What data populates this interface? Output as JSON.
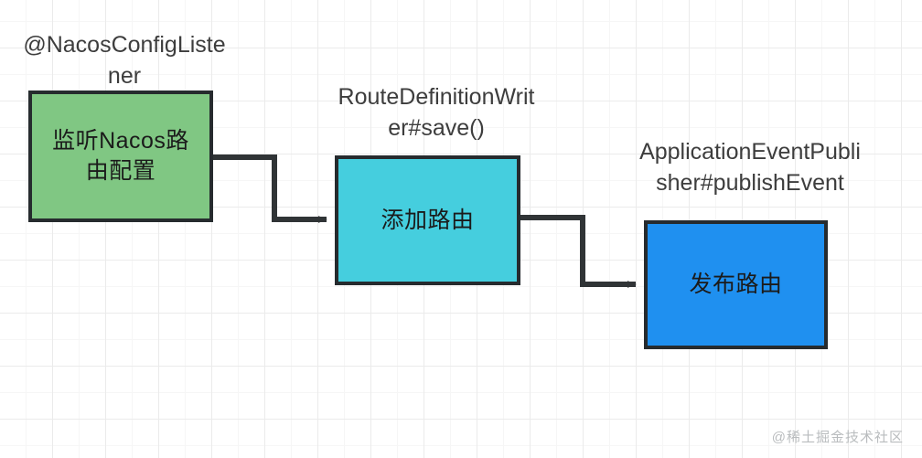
{
  "diagram": {
    "title_watermark": "@稀土掘金技术社区",
    "nodes": [
      {
        "id": "listen",
        "label": "监听Nacos路\n由配置",
        "caption": "@NacosConfigListe\nner",
        "fill": "#80C783",
        "stroke": "#262B2E"
      },
      {
        "id": "add",
        "label": "添加路由",
        "caption": "RouteDefinitionWrit\ner#save()",
        "fill": "#45CEDE",
        "stroke": "#262B2E"
      },
      {
        "id": "publish",
        "label": "发布路由",
        "caption": "ApplicationEventPubli\nsher#publishEvent",
        "fill": "#1F90F0",
        "stroke": "#262B2E"
      }
    ],
    "connectors": [
      {
        "id": "listen-to-add",
        "from": "listen",
        "to": "add",
        "style": "orthogonal-step-down",
        "arrow": "filled-triangle"
      },
      {
        "id": "add-to-publish",
        "from": "add",
        "to": "publish",
        "style": "orthogonal-step-down",
        "arrow": "filled-triangle"
      }
    ],
    "connector_color": "#303436",
    "background": {
      "color": "#ffffff",
      "grid_minor_color": "#f6f6f6",
      "grid_major_color": "#ebebeb"
    }
  }
}
